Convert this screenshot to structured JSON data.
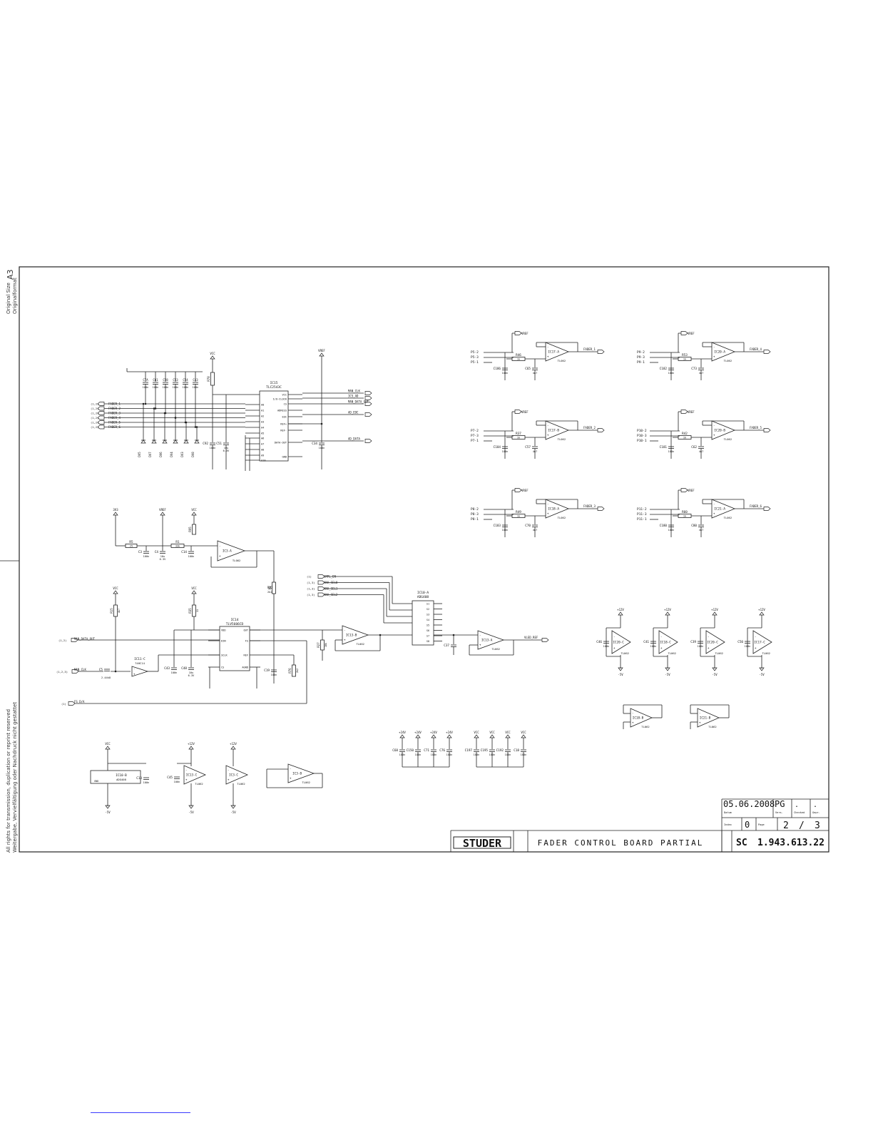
{
  "side_notes": {
    "original_size": "Original Size",
    "original_format": "Originalformat",
    "size_value": "A3",
    "rights": "All rights for transmission, duplication or reprint reserved",
    "rights_de": "Weitergabe, Vervielfältigung oder Nachdruck nicht gestattet"
  },
  "title_block": {
    "date": "05.06.2008",
    "drawn_by": "PG",
    "checked": ".",
    "date_label": "Datum",
    "drawn_label": "Vers.",
    "checked_label": "Checked",
    "appr_label": "Gepr.",
    "index_label": "Index",
    "index_value": "0",
    "page_label": "Page",
    "page_value": "2",
    "page_sep": "/",
    "page_total": "3",
    "company": "STUDER",
    "title": "FADER CONTROL BOARD PARTIAL",
    "doc_prefix": "SC",
    "doc_number": "1.943.613.22"
  },
  "adc": {
    "ref": "IC15",
    "part": "TLC2543C",
    "pins_left": [
      "A0",
      "A1",
      "A2",
      "A3",
      "A4",
      "A5",
      "A6",
      "A7",
      "A8",
      "A9",
      "A10"
    ],
    "pins_right": [
      "VCC",
      "I/O-CLOCK",
      "CS",
      "ADRESS",
      "EOC",
      "REF+",
      "REF-",
      "DATA-OUT",
      "GND"
    ],
    "nets": [
      "MAN_CLK",
      "ICS_AD",
      "MAN_DATA_OUT",
      "AD_EOC",
      "AD_DATA"
    ],
    "faders": [
      "FADER_1",
      "FADER_2",
      "FADER_3",
      "FADER_4",
      "FADER_5",
      "FADER_6"
    ],
    "caps": [
      "C7A",
      "C61",
      "C58",
      "C53",
      "C54",
      "C43"
    ],
    "cap_vals": [
      "100n",
      "100n",
      "100n",
      "100n",
      "100n",
      "100n"
    ],
    "diodes": [
      "DV5",
      "DV7",
      "DV6",
      "DV4",
      "DV3",
      "DV8"
    ],
    "vcc": "VCC",
    "vref": "VREF",
    "r": "R78",
    "c_a": "C92",
    "c_b": "C51",
    "c_c": "C34",
    "c_b_val": "10u",
    "c_b_v": "6.3V",
    "c_a_val": "100n",
    "c_c_val": "100n"
  },
  "fader_stages": [
    {
      "p": "P5",
      "r": "R46",
      "c1": "C186",
      "c2": "C65",
      "ic": "IC17-A",
      "out": "FADER_1",
      "vref": "VREF"
    },
    {
      "p": "P9",
      "r": "R53",
      "c1": "C182",
      "c2": "C73",
      "ic": "IC20-A",
      "out": "FADER_4",
      "vref": "VREF"
    },
    {
      "p": "P7",
      "r": "R37",
      "c1": "C184",
      "c2": "C57",
      "ic": "IC17-B",
      "out": "FADER_2",
      "vref": "VREF"
    },
    {
      "p": "P10",
      "r": "R42",
      "c1": "C181",
      "c2": "C62",
      "ic": "IC20-B",
      "out": "FADER_5",
      "vref": "VREF"
    },
    {
      "p": "P8",
      "r": "R49",
      "c1": "C183",
      "c2": "C70",
      "ic": "IC18-A",
      "out": "FADER_3",
      "vref": "VREF"
    },
    {
      "p": "P11",
      "r": "R60",
      "c1": "C180",
      "c2": "C80",
      "ic": "IC21-A",
      "out": "FADER_6",
      "vref": "VREF"
    }
  ],
  "stage_labels": {
    "res": "1k",
    "cap1": "100n",
    "cap2": "4n7",
    "amp": "TL062"
  },
  "dac": {
    "ref": "IC14",
    "part": "TLV5606CD",
    "pins": [
      "VDD",
      "DIN",
      "SCLK",
      "OUT",
      "FS",
      "REF",
      "AGND",
      "CS"
    ],
    "net_in": "MAN_DATA_OUT",
    "net_clk": "MAN_CLK",
    "net_fs": "FS_D/A",
    "vcc": "VCC",
    "r15": "R15",
    "r15v": "4k7",
    "r35": "R35",
    "r35v": "33",
    "c43": "C43",
    "c48": "C48",
    "c48v": "10u",
    "c48vv": "6.3V",
    "ic11": "IC11-C",
    "ic11p": "74HC14",
    "c5": "C5",
    "c5v": "2.44k8"
  },
  "ref_amp": {
    "v3": "3V3",
    "vref": "VREF",
    "vcc": "VCC",
    "r5": "R5",
    "r5v": "25",
    "r1": "R1",
    "r1v": "33k",
    "c3": "C3",
    "c4": "C4",
    "c4v": "10u",
    "c4vv": "6.3V",
    "c14": "C14",
    "r95": "R95",
    "ic": "IC3-A",
    "amp": "TL062"
  },
  "mux": {
    "ref": "IC10-A",
    "part": "ADG408",
    "nets": [
      "SMPL_EN",
      "ANA_SEL0",
      "ANA_SEL1",
      "ANA_SEL2"
    ],
    "out": "VLED_REF",
    "r27": "R27",
    "r27v": "10k",
    "r82": "R82",
    "r82v": "2k2",
    "r76": "R76",
    "r76v": "2k2",
    "c37": "C37",
    "c19": "C19",
    "ic13b": "IC13-B",
    "ic13a": "IC13-A"
  },
  "power_units": [
    {
      "c": "C46",
      "ic": "IC20-C"
    },
    {
      "c": "C41",
      "ic": "IC18-C"
    },
    {
      "c": "C39",
      "ic": "IC20-C"
    },
    {
      "c": "C50",
      "ic": "IC17-C"
    }
  ],
  "spare_amps": [
    {
      "ic": "IC18-B"
    },
    {
      "ic": "IC21-B"
    }
  ],
  "bottom": {
    "vcc": "VCC",
    "ic10b": "IC10-B",
    "adg": "ADG408",
    "c13": "C13",
    "c45": "C45",
    "ic13c": "IC13-C",
    "ic3c": "IC3-C",
    "ic3b": "IC3-B",
    "p12": "+12V",
    "m5": "-5V",
    "p24": "+24V",
    "tl": "TL062",
    "caps24": [
      "C68",
      "C150",
      "C71",
      "C76"
    ],
    "capsvcc": [
      "C197",
      "C195",
      "C192",
      "C18"
    ],
    "cap_val": "100n"
  }
}
